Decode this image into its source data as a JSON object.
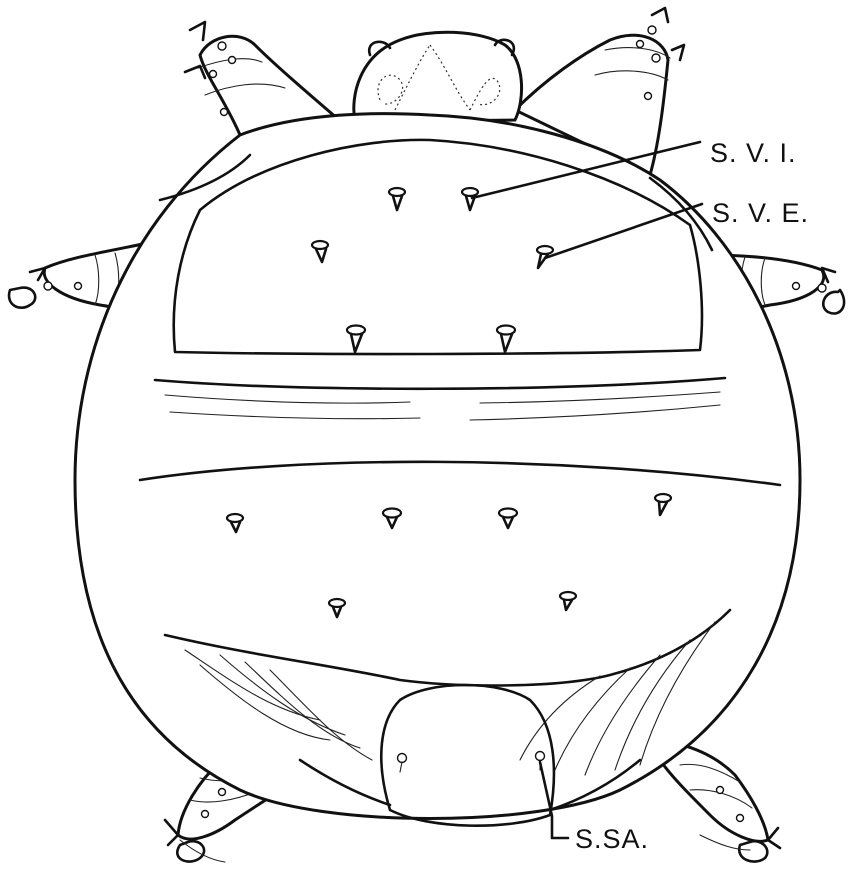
{
  "figure": {
    "labels": {
      "svi": "S. V. I.",
      "sve": "S. V. E.",
      "ssa": "S.SA."
    }
  },
  "colors": {
    "ink": "#111111",
    "paper": "#ffffff"
  }
}
